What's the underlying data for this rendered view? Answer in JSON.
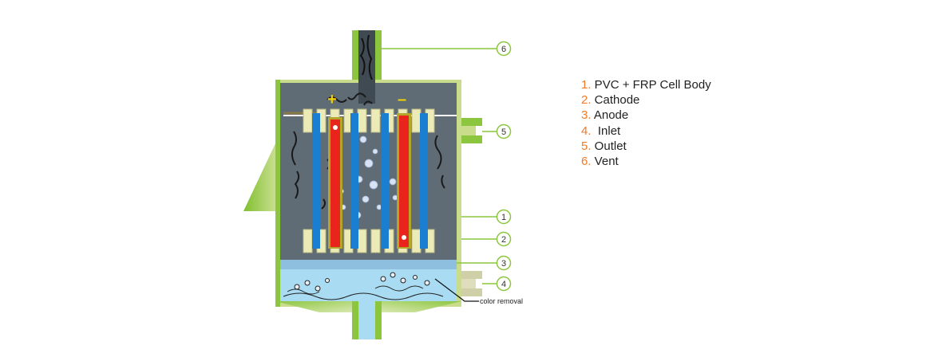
{
  "diagram": {
    "signs": {
      "plus": "+",
      "minus": "–"
    },
    "callouts": [
      {
        "num": "1"
      },
      {
        "num": "2"
      },
      {
        "num": "3"
      },
      {
        "num": "4"
      },
      {
        "num": "5"
      },
      {
        "num": "6"
      }
    ],
    "color_removal_label": "color removal"
  },
  "legend": {
    "items": [
      {
        "num": "1.",
        "text": " PVC + FRP Cell Body"
      },
      {
        "num": "2.",
        "text": " Cathode"
      },
      {
        "num": "3.",
        "text": " Anode"
      },
      {
        "num": "4.",
        "text": "  Inlet"
      },
      {
        "num": "5.",
        "text": " Outlet"
      },
      {
        "num": "6.",
        "text": " Vent"
      }
    ]
  },
  "colors": {
    "frame_green": "#8cc63f",
    "frame_light": "#c8dc8c",
    "body_grey": "#5f6b75",
    "cathode_blue": "#1a7fd0",
    "anode_red": "#e8241c",
    "spacer_cream": "#ecebb8",
    "water_blue": "#a9dcf2",
    "number_orange": "#f07a2a"
  }
}
